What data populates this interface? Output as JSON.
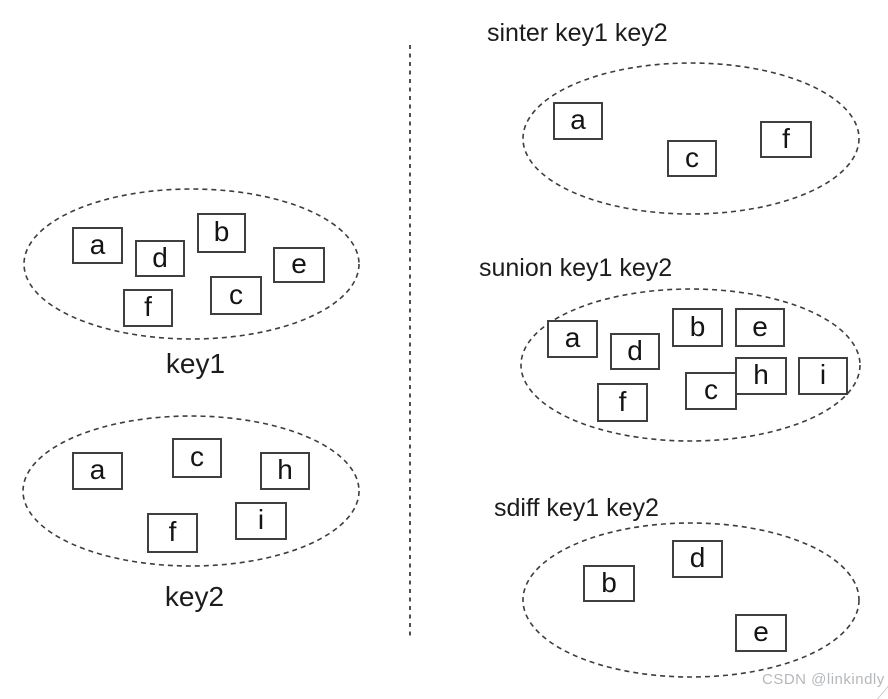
{
  "sets": {
    "key1": {
      "label": "key1",
      "items": [
        "a",
        "d",
        "b",
        "e",
        "f",
        "c"
      ]
    },
    "key2": {
      "label": "key2",
      "items": [
        "a",
        "c",
        "h",
        "f",
        "i"
      ]
    },
    "sinter": {
      "title": "sinter key1 key2",
      "items": [
        "a",
        "c",
        "f"
      ]
    },
    "sunion": {
      "title": "sunion key1 key2",
      "items": [
        "a",
        "d",
        "b",
        "e",
        "f",
        "c",
        "h",
        "i"
      ]
    },
    "sdiff": {
      "title": "sdiff key1 key2",
      "items": [
        "b",
        "d",
        "e"
      ]
    }
  },
  "watermark": {
    "text": "CSDN @linkindly",
    "color": "#b5b8bb"
  },
  "colors": {
    "background": "#ffffff",
    "box_border": "#3f3f3f",
    "ellipse_stroke": "#3d3d3d",
    "divider": "#4f4f4f",
    "text": "#1a1a1a",
    "watermark": "#b5b8bb"
  }
}
